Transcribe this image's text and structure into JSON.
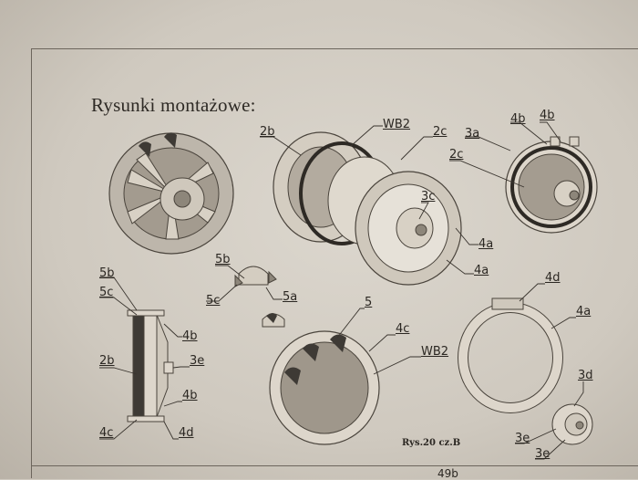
{
  "title": "Rysunki montażowe:",
  "caption": "Rys.20 cz.B",
  "page_number": "49b",
  "labels": {
    "l_2b_top": "2b",
    "l_wb2_top": "WB2",
    "l_2c_top": "2c",
    "l_3a": "3a",
    "l_4b_a": "4b",
    "l_4b_b": "4b",
    "l_2c_right": "2c",
    "l_3c": "3c",
    "l_4a_mid": "4a",
    "l_4a_mid2": "4a",
    "l_5b_mid": "5b",
    "l_5c_mid": "5c",
    "l_5a": "5a",
    "l_5b_left": "5b",
    "l_5c_left": "5c",
    "l_4b_left": "4b",
    "l_2b_left": "2b",
    "l_3e_left": "3e",
    "l_4b_left2": "4b",
    "l_4c_left": "4c",
    "l_4d_left": "4d",
    "l_5": "5",
    "l_4c_mid": "4c",
    "l_wb2_mid": "WB2",
    "l_4d_right": "4d",
    "l_4a_right": "4a",
    "l_3d": "3d",
    "l_3e_r1": "3e",
    "l_3e_r2": "3e"
  }
}
